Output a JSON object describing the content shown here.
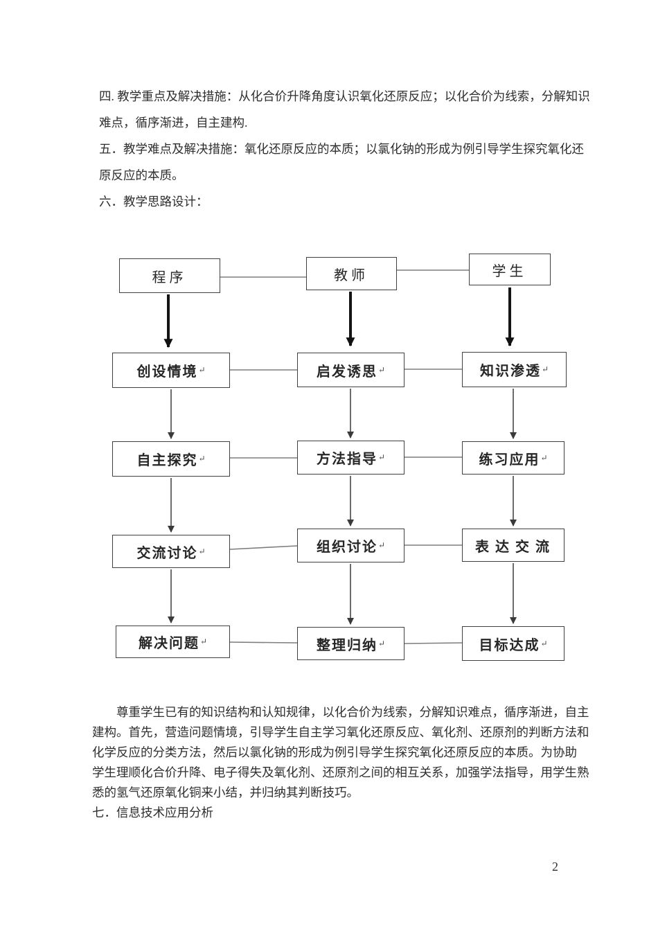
{
  "colors": {
    "page_background": "#ffffff",
    "text": "#2e2e2e",
    "box_border": "#3f3f3f",
    "connector_gray": "#7d7d7d",
    "arrow_black": "#141414"
  },
  "document": {
    "top_lines": [
      "四. 教学重点及解决措施：从化合价升降角度认识氧化还原反应；以化合价为线索，分解知识",
      "难点，循序渐进，自主建构.",
      "五．教学难点及解决措施：氧化还原反应的本质；以氯化钠的形成为例引导学生探究氧化还",
      "原反应的本质。",
      "六．教学思路设计："
    ],
    "bottom_lines": [
      "　　尊重学生已有的知识结构和认知规律，以化合价为线索，分解知识难点，循序渐进，自主",
      "建构。首先，营造问题情境，引导学生自主学习氧化还原反应、氧化剂、还原剂的判断方法和",
      "化学反应的分类方法，然后以氯化钠的形成为例引导学生探究氧化还原反应的本质。为协助",
      "学生理顺化合价升降、电子得失及氧化剂、还原剂之间的相互关系，加强学法指导，用学生熟",
      "悉的氢气还原氧化铜来小结，并归纳其判断技巧。",
      "七．信息技术应用分析"
    ]
  },
  "diagram": {
    "nodes": [
      {
        "id": "program",
        "label": "程序",
        "mark": ""
      },
      {
        "id": "teacher",
        "label": "教师",
        "mark": ""
      },
      {
        "id": "student",
        "label": "学生",
        "mark": ""
      },
      {
        "id": "create-situation",
        "label": "创设情境",
        "mark": "↵"
      },
      {
        "id": "inspire-thinking",
        "label": "启发诱思",
        "mark": "↵"
      },
      {
        "id": "knowledge-permeation",
        "label": "知识渗透",
        "mark": "↵"
      },
      {
        "id": "self-exploration",
        "label": "自主探究",
        "mark": "↵"
      },
      {
        "id": "method-guidance",
        "label": "方法指导",
        "mark": "↵"
      },
      {
        "id": "practice-application",
        "label": "练习应用",
        "mark": "↵"
      },
      {
        "id": "exchange-discussion",
        "label": "交流讨论",
        "mark": "↵"
      },
      {
        "id": "organize-discussion",
        "label": "组织讨论",
        "mark": "↵"
      },
      {
        "id": "express-communicate",
        "label": "表 达 交 流",
        "mark": ""
      },
      {
        "id": "solve-problems",
        "label": "解决问题",
        "mark": "↵"
      },
      {
        "id": "summarize-induce",
        "label": "整理归纳",
        "mark": "↵"
      },
      {
        "id": "goal-achievement",
        "label": "目标达成",
        "mark": "↵"
      }
    ]
  },
  "footer": {
    "page_number": "2"
  }
}
